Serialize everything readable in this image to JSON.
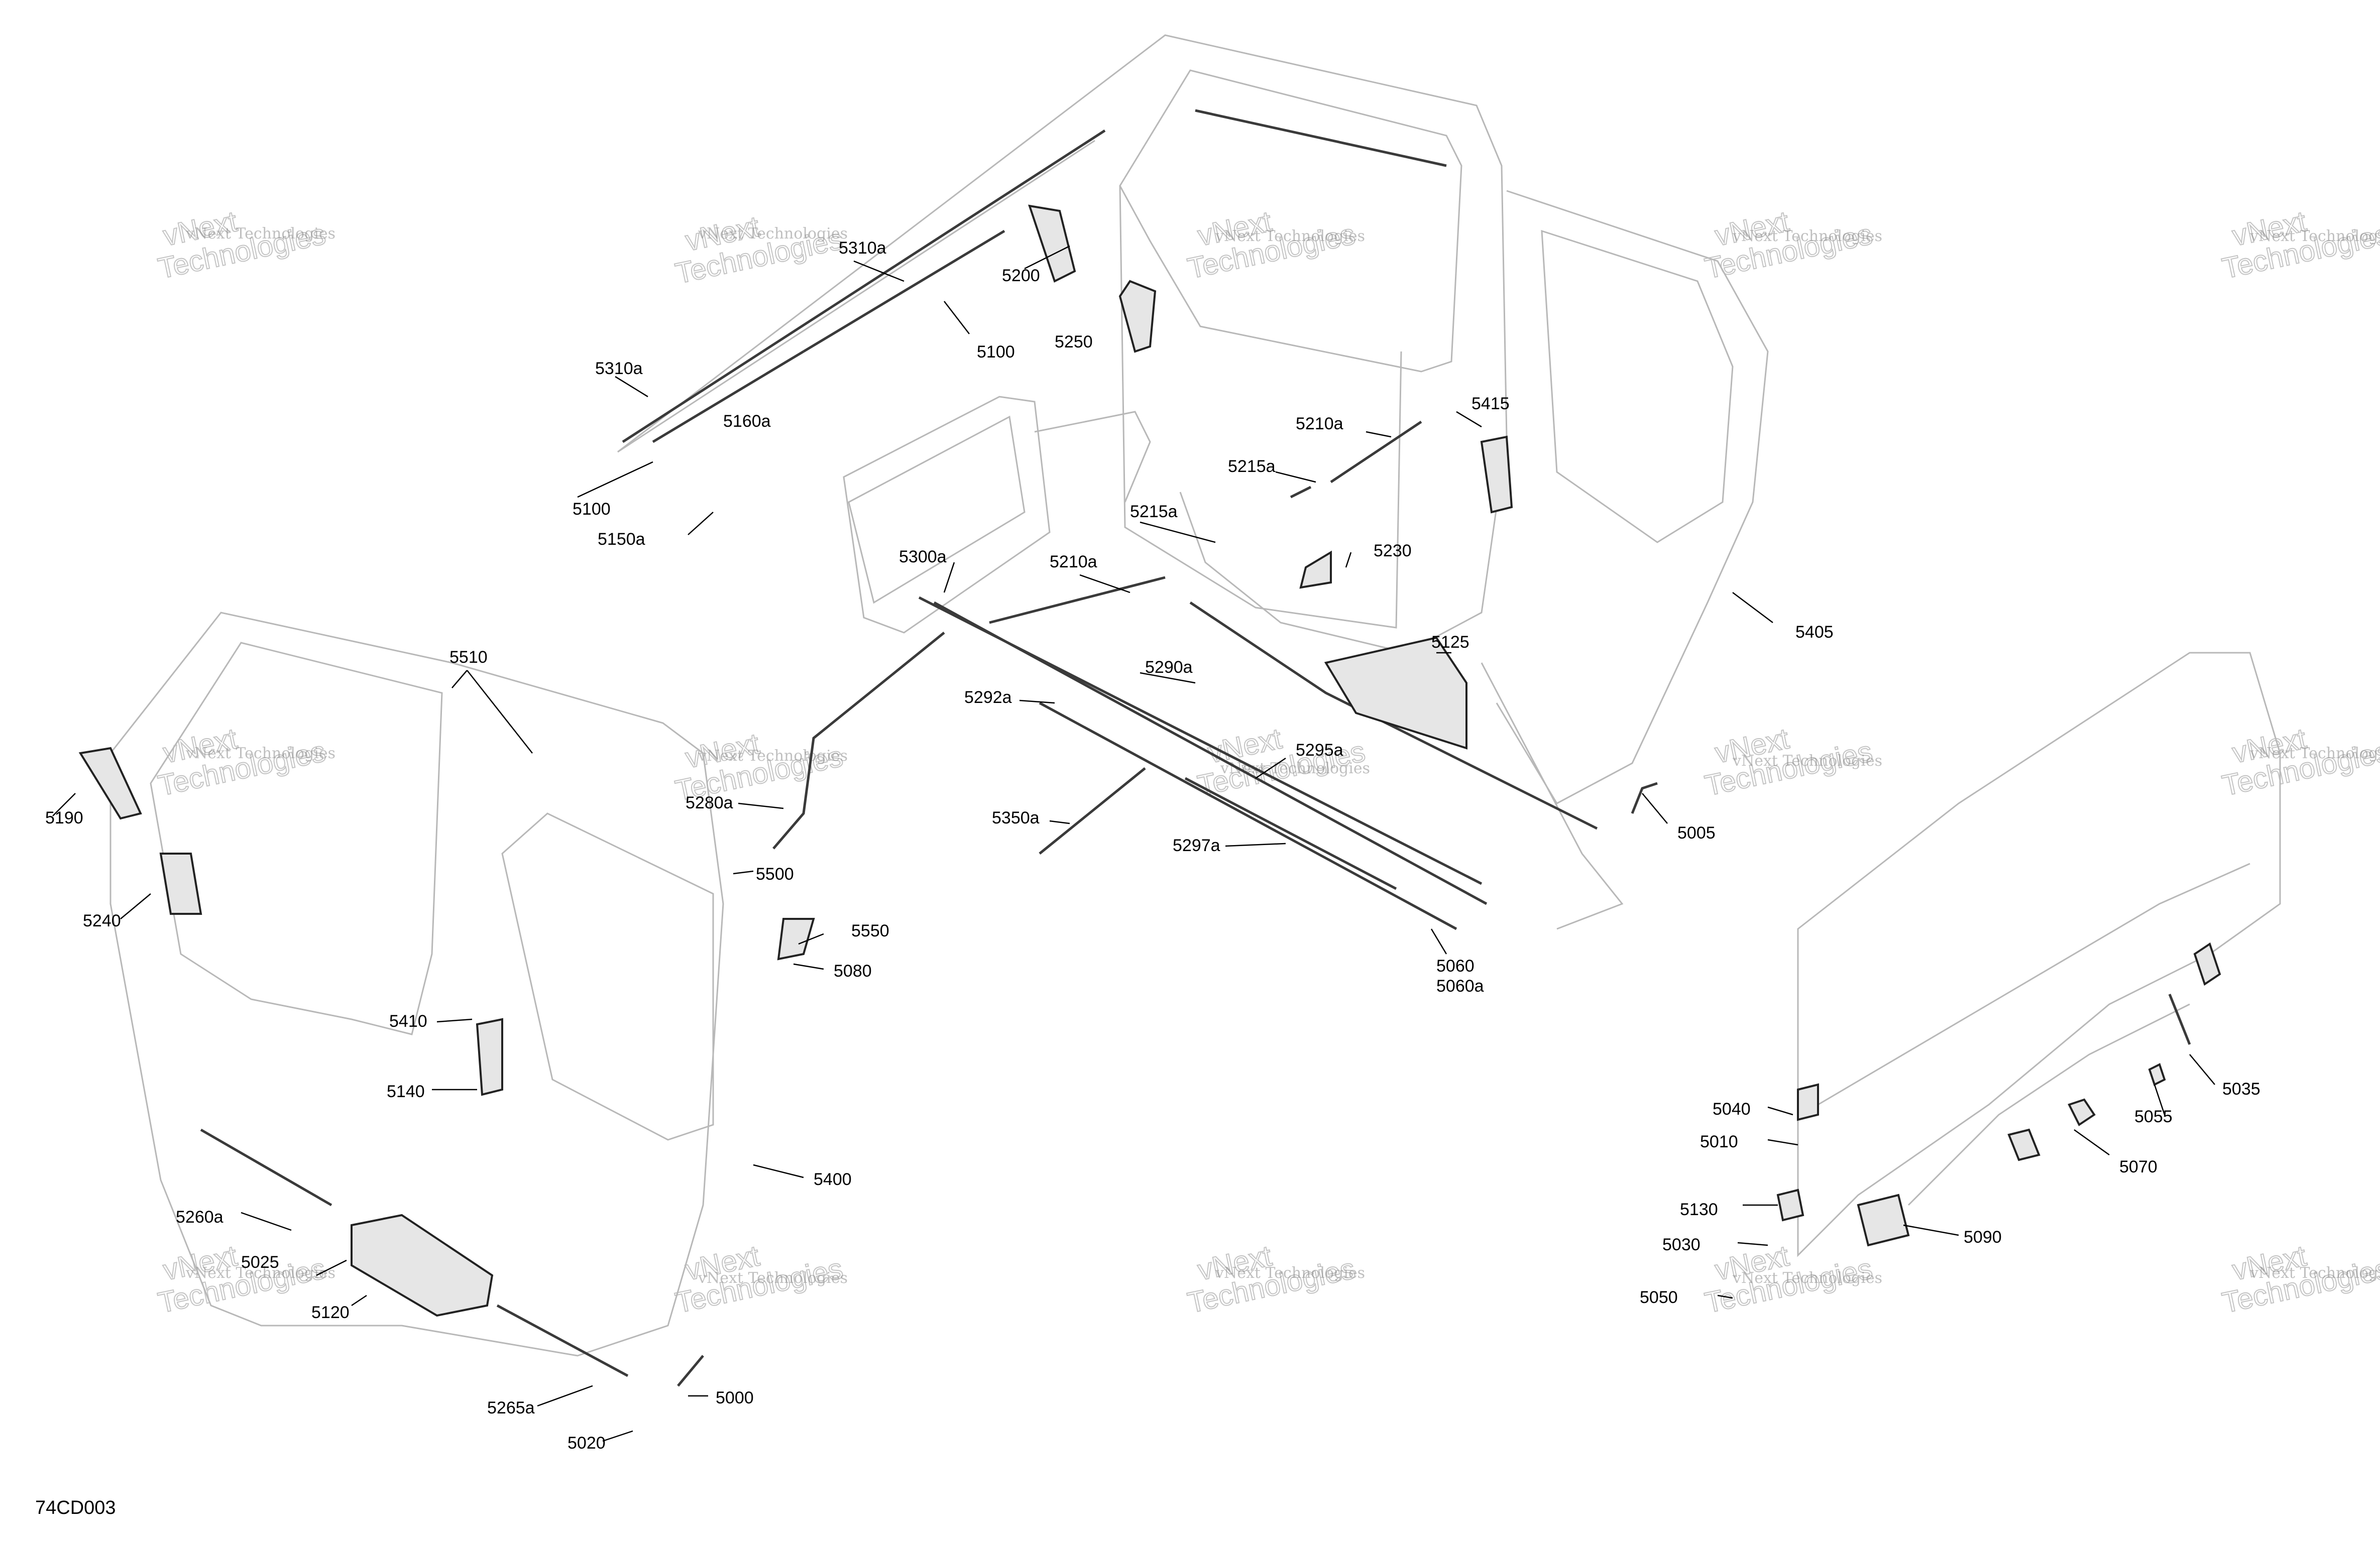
{
  "diagram_code": "74CD003",
  "watermark": {
    "small": "vNext Technologies",
    "large": "vNext\nTechnologies"
  },
  "callouts": {
    "c5310a_1": "5310a",
    "c5310a_2": "5310a",
    "c5200": "5200",
    "c5100_1": "5100",
    "c5100_2": "5100",
    "c5250": "5250",
    "c5160a": "5160a",
    "c5150a": "5150a",
    "c5210a_1": "5210a",
    "c5210a_2": "5210a",
    "c5415": "5415",
    "c5215a_1": "5215a",
    "c5215a_2": "5215a",
    "c5230": "5230",
    "c5300a": "5300a",
    "c5405": "5405",
    "c5125": "5125",
    "c5290a": "5290a",
    "c5292a": "5292a",
    "c5295a": "5295a",
    "c5280a": "5280a",
    "c5005": "5005",
    "c5350a": "5350a",
    "c5297a": "5297a",
    "c5500": "5500",
    "c5510": "5510",
    "c5190": "5190",
    "c5240": "5240",
    "c5550": "5550",
    "c5080": "5080",
    "c5060": "5060",
    "c5060a": "5060a",
    "c5410": "5410",
    "c5140": "5140",
    "c5400": "5400",
    "c5260a": "5260a",
    "c5025": "5025",
    "c5120": "5120",
    "c5265a": "5265a",
    "c5000": "5000",
    "c5020": "5020",
    "c5040": "5040",
    "c5010": "5010",
    "c5035": "5035",
    "c5055": "5055",
    "c5070": "5070",
    "c5130": "5130",
    "c5090": "5090",
    "c5030": "5030",
    "c5050": "5050"
  }
}
